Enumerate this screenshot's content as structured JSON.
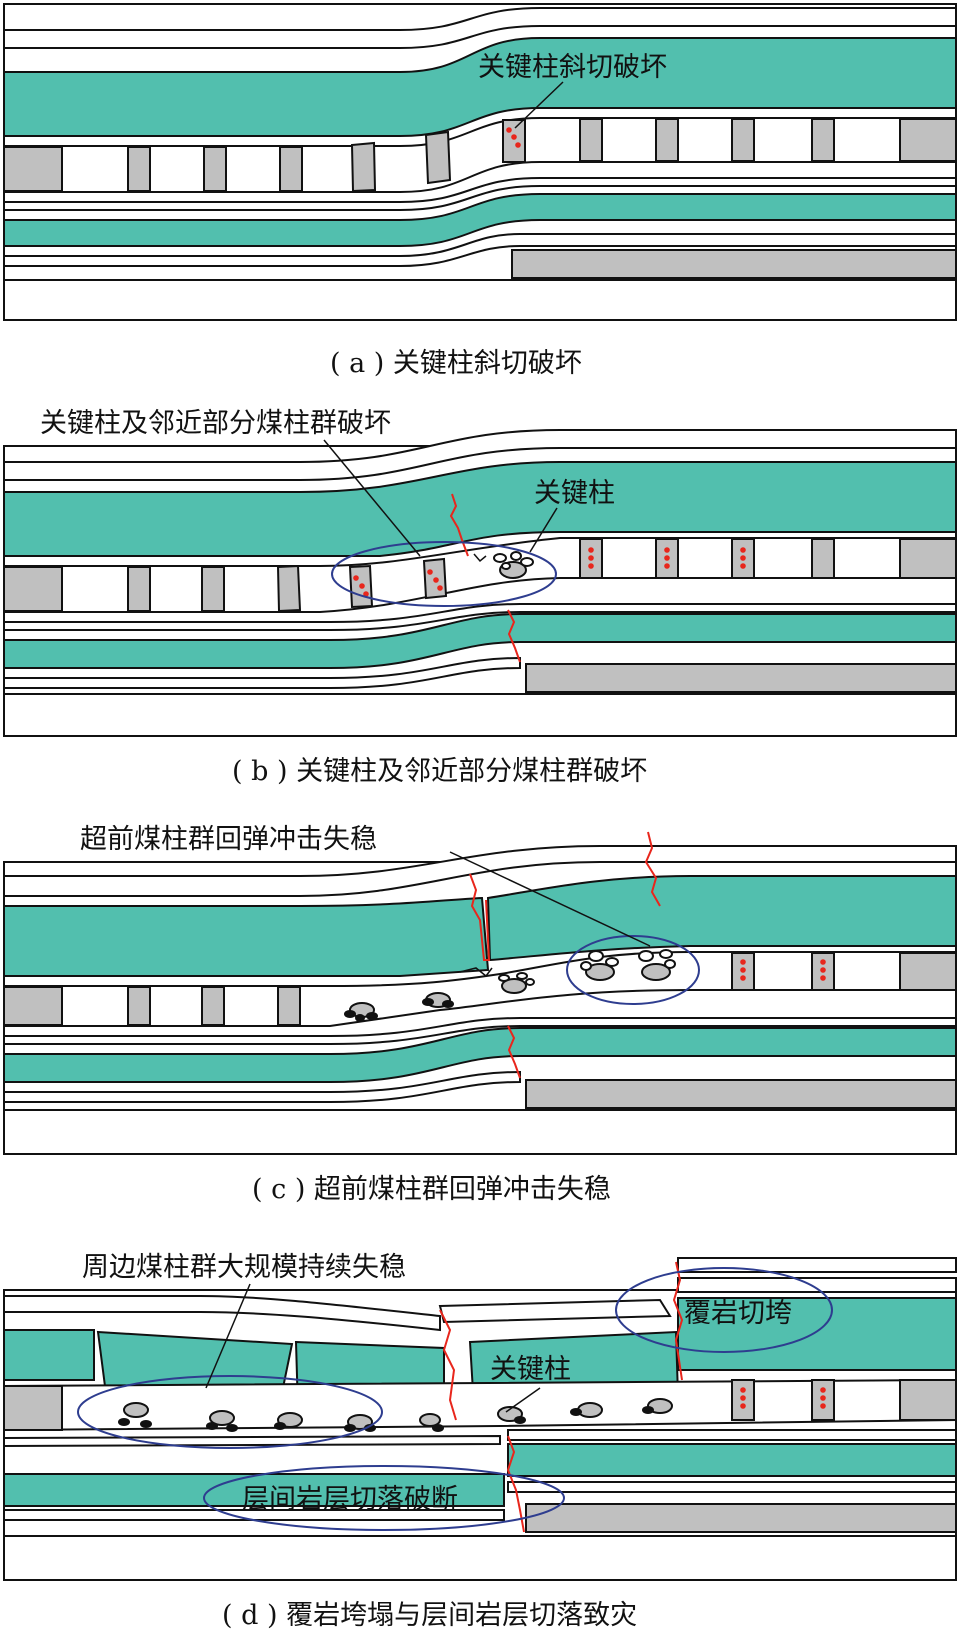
{
  "colors": {
    "stratum": "#52bfae",
    "pillar": "#c0c0c0",
    "crack": "#e8261c",
    "ellipse": "#2e3d8f",
    "outline": "#111111"
  },
  "panels": [
    {
      "id": "a",
      "caption": "( a ) 关键柱斜切破坏",
      "labels": [
        "关键柱斜切破坏"
      ]
    },
    {
      "id": "b",
      "caption": "( b ) 关键柱及邻近部分煤柱群破坏",
      "labels": [
        "关键柱及邻近部分煤柱群破坏",
        "关键柱"
      ]
    },
    {
      "id": "c",
      "caption": "( c ) 超前煤柱群回弹冲击失稳",
      "labels": [
        "超前煤柱群回弹冲击失稳"
      ]
    },
    {
      "id": "d",
      "caption": "( d ) 覆岩垮塌与层间岩层切落致灾",
      "labels": [
        "周边煤柱群大规模持续失稳",
        "覆岩切垮",
        "关键柱",
        "层间岩层切落破断"
      ]
    }
  ]
}
